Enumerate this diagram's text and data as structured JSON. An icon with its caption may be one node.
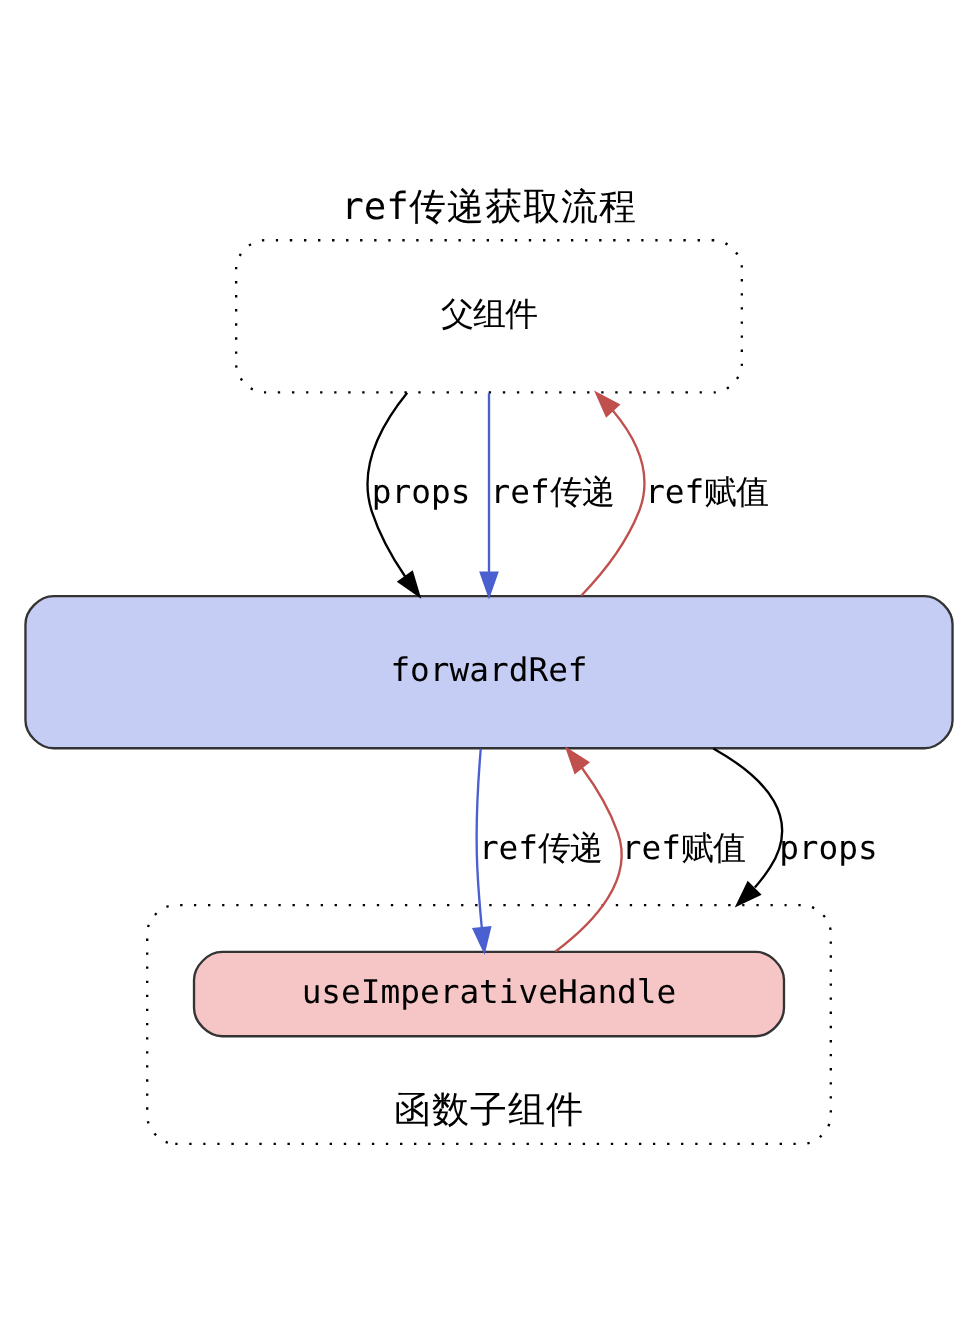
{
  "diagram": {
    "title": "ref传递获取流程",
    "nodes": [
      {
        "text": [
          "父组件"
        ]
      },
      {
        "text": [
          "forwardRef"
        ]
      },
      {
        "text": [
          "函数子组件"
        ]
      },
      {
        "text": [
          "useImperativeHandle"
        ],
        "in": 2
      }
    ],
    "edges": [
      {
        "from": 0,
        "to": 1,
        "arrow": "to",
        "label": "props"
      },
      {
        "from": 0,
        "to": 1,
        "arrow": "to",
        "label": "ref传递",
        "color": "#4a5fd0"
      },
      {
        "from": 1,
        "to": 0,
        "arrow": "to",
        "label": "ref赋值",
        "color": "#c0504d"
      },
      {
        "from": 1,
        "to": 3,
        "arrow": "to",
        "label": "ref传递",
        "color": "#4a5fd0"
      },
      {
        "from": 3,
        "to": 1,
        "arrow": "to",
        "label": "ref赋值",
        "color": "#c0504d"
      },
      {
        "from": 1,
        "to": 2,
        "arrow": "to",
        "label": "props"
      }
    ]
  }
}
